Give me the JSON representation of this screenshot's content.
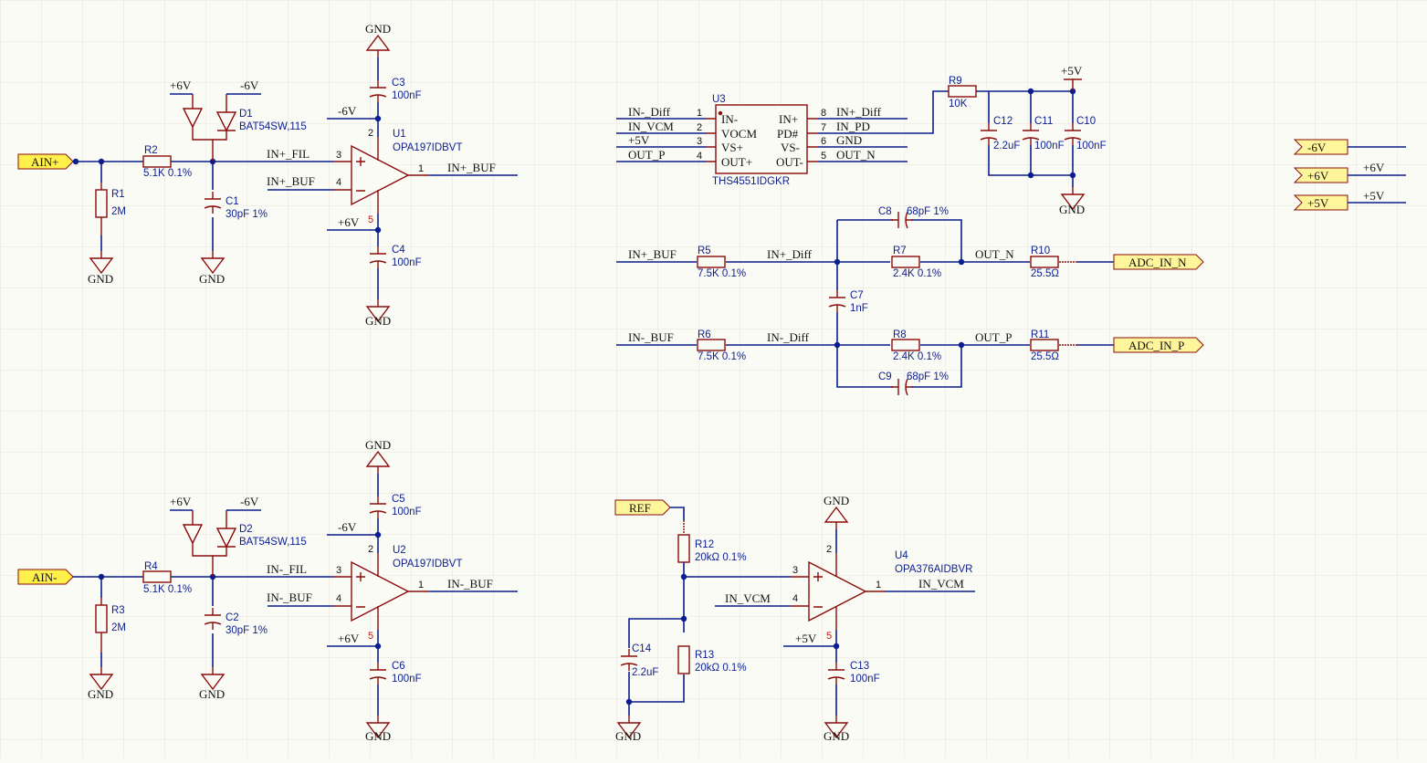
{
  "circuit": {
    "ports": {
      "ain_plus": "AIN+",
      "ain_minus": "AIN-",
      "adc_in_n": "ADC_IN_N",
      "adc_in_p": "ADC_IN_P",
      "ref": "REF"
    }
  },
  "nets": {
    "gnd": "GND",
    "plus6v": "+6V",
    "minus6v": "-6V",
    "plus5v": "+5V",
    "in_plus_fil": "IN+_FIL",
    "in_plus_buf": "IN+_BUF",
    "in_minus_fil": "IN-_FIL",
    "in_minus_buf": "IN-_BUF",
    "in_plus_diff": "IN+_Diff",
    "in_minus_diff": "IN-_Diff",
    "in_vcm": "IN_VCM",
    "in_pd": "IN_PD",
    "out_p": "OUT_P",
    "out_n": "OUT_N"
  },
  "components": {
    "r1": {
      "des": "R1",
      "val": "2M"
    },
    "r2": {
      "des": "R2",
      "val": "5.1K 0.1%"
    },
    "r3": {
      "des": "R3",
      "val": "2M"
    },
    "r4": {
      "des": "R4",
      "val": "5.1K 0.1%"
    },
    "r5": {
      "des": "R5",
      "val": "7.5K 0.1%"
    },
    "r6": {
      "des": "R6",
      "val": "7.5K 0.1%"
    },
    "r7": {
      "des": "R7",
      "val": "2.4K 0.1%"
    },
    "r8": {
      "des": "R8",
      "val": "2.4K 0.1%"
    },
    "r9": {
      "des": "R9",
      "val": "10K"
    },
    "r10": {
      "des": "R10",
      "val": "25.5Ω"
    },
    "r11": {
      "des": "R11",
      "val": "25.5Ω"
    },
    "r12": {
      "des": "R12",
      "val": "20kΩ 0.1%"
    },
    "r13": {
      "des": "R13",
      "val": "20kΩ 0.1%"
    },
    "c1": {
      "des": "C1",
      "val": "30pF 1%"
    },
    "c2": {
      "des": "C2",
      "val": "30pF 1%"
    },
    "c3": {
      "des": "C3",
      "val": "100nF"
    },
    "c4": {
      "des": "C4",
      "val": "100nF"
    },
    "c5": {
      "des": "C5",
      "val": "100nF"
    },
    "c6": {
      "des": "C6",
      "val": "100nF"
    },
    "c7": {
      "des": "C7",
      "val": "1nF"
    },
    "c8": {
      "des": "C8",
      "val": "68pF 1%"
    },
    "c9": {
      "des": "C9",
      "val": "68pF 1%"
    },
    "c10": {
      "des": "C10",
      "val": "100nF"
    },
    "c11": {
      "des": "C11",
      "val": "100nF"
    },
    "c12": {
      "des": "C12",
      "val": "2.2uF"
    },
    "c13": {
      "des": "C13",
      "val": "100nF"
    },
    "c14": {
      "des": "C14",
      "val": "2.2uF"
    },
    "d1": {
      "des": "D1",
      "val": "BAT54SW,115"
    },
    "d2": {
      "des": "D2",
      "val": "BAT54SW,115"
    },
    "u1": {
      "des": "U1",
      "val": "OPA197IDBVT"
    },
    "u2": {
      "des": "U2",
      "val": "OPA197IDBVT"
    },
    "u4": {
      "des": "U4",
      "val": "OPA376AIDBVR"
    },
    "u3": {
      "des": "U3",
      "val": "THS4551IDGKR",
      "pins": {
        "p1": "IN-",
        "p2": "VOCM",
        "p3": "VS+",
        "p4": "OUT+",
        "p5": "OUT-",
        "p6": "VS-",
        "p7": "PD#",
        "p8": "IN+"
      }
    }
  }
}
